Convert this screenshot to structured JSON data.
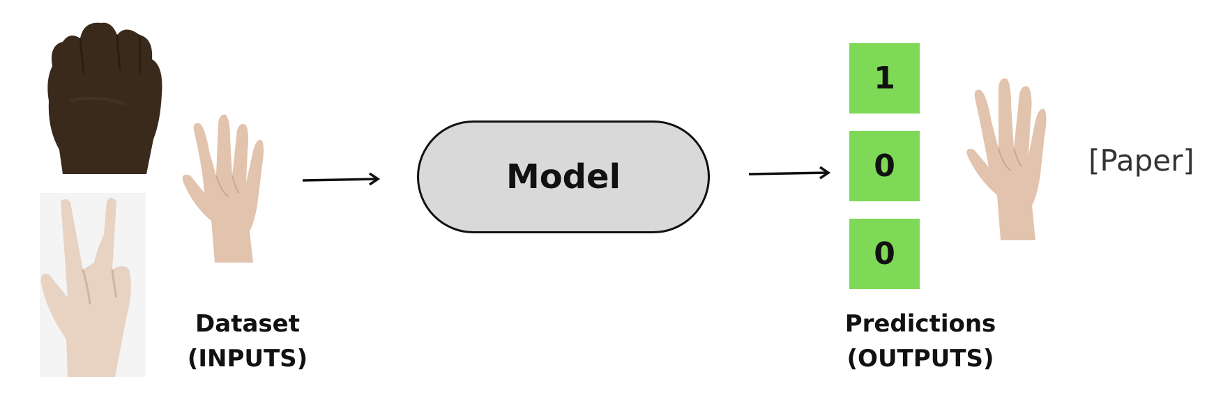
{
  "inputs": {
    "images": [
      {
        "name": "rock-hand-image",
        "depicts": "fist"
      },
      {
        "name": "scissors-hand-image",
        "depicts": "two fingers"
      },
      {
        "name": "paper-hand-image",
        "depicts": "open hand"
      }
    ],
    "caption_line1": "Dataset",
    "caption_line2": "(INPUTS)"
  },
  "model": {
    "label": "Model"
  },
  "predictions": {
    "values": [
      "1",
      "0",
      "0"
    ],
    "caption_line1": "Predictions",
    "caption_line2": "(OUTPUTS)",
    "box_color": "#7ed957"
  },
  "result": {
    "label": "[Paper]",
    "image": "paper-hand-image"
  },
  "colors": {
    "model_fill": "#d9d9d9",
    "stroke": "#111111"
  }
}
